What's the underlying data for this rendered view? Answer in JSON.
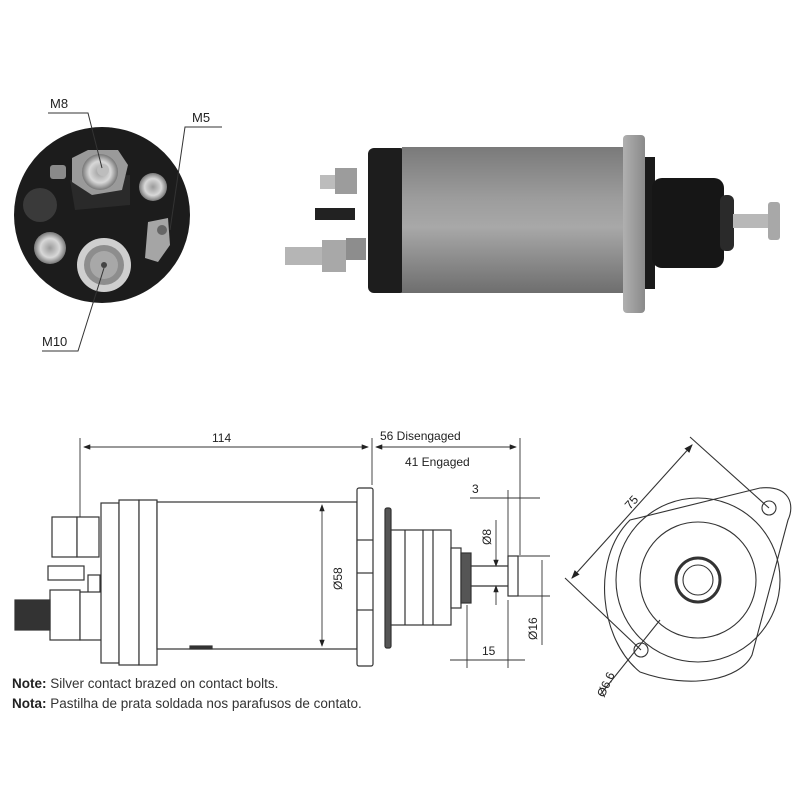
{
  "terminal_view": {
    "labels": [
      "M8",
      "M5",
      "M10"
    ]
  },
  "drawing": {
    "length_label": "114",
    "disengaged_label": "56 Disengaged",
    "engaged_label": "41 Engaged",
    "body_diameter_label": "Ø58",
    "plunger_gap_label": "3",
    "shaft_diameter_label": "Ø8",
    "head_diameter_label": "Ø16",
    "plunger_length_label": "15"
  },
  "flange_view": {
    "hole_spacing_label": "75",
    "hole_diameter_label": "Ø6.6"
  },
  "notes": [
    {
      "prefix": "Note:",
      "text": " Silver contact brazed on contact bolts."
    },
    {
      "prefix": "Nota:",
      "text": " Pastilha de prata soldada nos parafusos de contato."
    }
  ]
}
